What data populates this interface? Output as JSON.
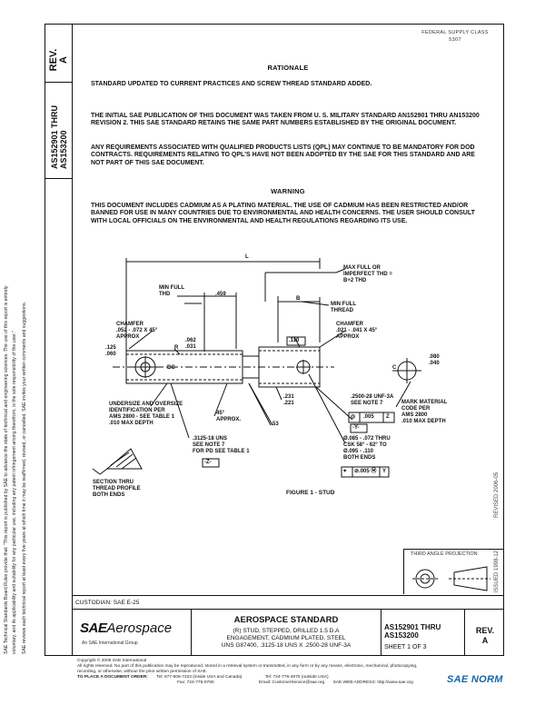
{
  "header": {
    "fed_line1": "FEDERAL SUPPLY CLASS",
    "fed_line2": "5307"
  },
  "strip": {
    "rev_label": "REV.",
    "rev_value": "A",
    "doc_line1": "AS152901 THRU",
    "doc_line2": "AS153200"
  },
  "left_notice": {
    "line1": "SAE Technical Standards Board Rules provide that: \"This report is published by SAE to advance the state of technical and engineering sciences. The use of this report is entirely",
    "line2": "voluntary, and its applicability and suitability for any particular use, including any patent infringement arising therefrom, is the sole responsibility of the user.\"",
    "line3": "SAE reviews each technical report at least every five years at which time it may be reaffirmed, revised, or cancelled. SAE invites your written comments and suggestions."
  },
  "right_margin": {
    "issued": "ISSUED 1998-12",
    "revised": "REVISED 2006-05"
  },
  "rationale": {
    "title": "RATIONALE",
    "text": "STANDARD UPDATED TO CURRENT PRACTICES AND SCREW THREAD STANDARD ADDED."
  },
  "paragraphs": {
    "p1": "THE INITIAL SAE PUBLICATION OF THIS DOCUMENT WAS TAKEN FROM U. S. MILITARY STANDARD AN152901 THRU AN153200 REVISION 2. THIS SAE STANDARD RETAINS THE SAME PART NUMBERS ESTABLISHED BY THE ORIGINAL DOCUMENT.",
    "p2": "ANY REQUIREMENTS ASSOCIATED WITH QUALIFIED PRODUCTS LISTS (QPL) MAY CONTINUE TO BE MANDATORY FOR DOD CONTRACTS. REQUIREMENTS RELATING TO QPL'S HAVE NOT BEEN ADOPTED BY THE SAE FOR THIS STANDARD AND ARE NOT PART OF THIS SAE DOCUMENT."
  },
  "warning": {
    "title": "WARNING",
    "text": "THIS DOCUMENT INCLUDES CADMIUM AS A PLATING MATERIAL. THE USE OF CADMIUM HAS BEEN RESTRICTED AND/OR BANNED FOR USE IN MANY COUNTRIES DUE TO ENVIRONMENTAL AND HEALTH CONCERNS. THE USER SHOULD CONSULT WITH LOCAL OFFICIALS ON THE ENVIRONMENTAL AND HEALTH REGULATIONS REGARDING ITS USE."
  },
  "drawing": {
    "dim_L": "L",
    "max_full_1": "MAX FULL OR",
    "max_full_2": "IMPERFECT THD =",
    "max_full_3": "B+2 THD",
    "min_full_thd_1": "MIN FULL",
    "min_full_thd_2": "THD",
    "dim_459": ".459",
    "dim_B": "B",
    "min_full_thread_1": "MIN FULL",
    "min_full_thread_2": "THREAD",
    "chamfer_l_1": "CHAMFER",
    "chamfer_l_2": ".052 - .072 X 45°",
    "chamfer_l_3": "APPROX",
    "chamfer_r_1": "CHAMFER",
    "chamfer_r_2": ".021 - .041 X 45°",
    "chamfer_r_3": "APPROX",
    "dim_110": ".110",
    "dim_R1": ".062",
    "dim_R2": ".031",
    "dim_R": "R",
    "dim_BC": "BC",
    "dim_125": ".125",
    "dim_060": ".060",
    "dim_C": "C",
    "dim_080": ".080",
    "dim_040": ".040",
    "dim_231": ".231",
    "dim_221": ".221",
    "undersize_1": "UNDERSIZE AND OVERSIZE",
    "undersize_2": "IDENTIFICATION PER",
    "undersize_3": "AMS 2800 - SEE TABLE 1",
    "undersize_4": ".010 MAX DEPTH",
    "deg45_1": "45°",
    "deg45_2": "APPROX.",
    "dim_53": "53",
    "thread_a_1": ".2500-28 UNF-3A",
    "thread_a_2": "SEE NOTE 7",
    "fcf_1a": "◎",
    "fcf_1b": ".005",
    "fcf_1c": "Z",
    "datum_y": "-Y-",
    "mark_1": "MARK MATERIAL",
    "mark_2": "CODE PER",
    "mark_3": "AMS 2800",
    "mark_4": ".010 MAX DEPTH",
    "thread_b_1": ".3125-18 UNS",
    "thread_b_2": "SEE NOTE 7",
    "thread_b_3": "FOR PD SEE TABLE 1",
    "datum_z": "-Z-",
    "hole_1": "Ø.085 - .072 THRU",
    "hole_2": "CSK 58° - 62° TO",
    "hole_3": "Ø.095 - .110",
    "hole_4": "BOTH ENDS",
    "fcf_2a": "⌖",
    "fcf_2b": "⊘.005 Ⓜ",
    "fcf_2c": "Y",
    "section_1": "SECTION THRU",
    "section_2": "THREAD PROFILE",
    "section_3": "BOTH ENDS",
    "figure": "FIGURE 1 - STUD"
  },
  "third_angle": "THIRD ANGLE PROJECTION",
  "title_block": {
    "custodian": "CUSTODIAN: SAE E-25",
    "logo_sae": "SAE",
    "logo_aero": "Aerospace",
    "logo_sub": "An SAE International Group",
    "std_title": "AEROSPACE STANDARD",
    "desc_1": "(R) STUD, STEPPED, DRILLED 1.5 D.A",
    "desc_2": "ENGAGEMENT, CADMIUM PLATED, STEEL",
    "desc_3": "UNS G87400, .3125-18 UNS X .2500-28 UNF-3A",
    "doc_1": "AS152901 THRU",
    "doc_2": "AS153200",
    "sheet": "SHEET 1 OF 3",
    "rev_label": "REV.",
    "rev_value": "A"
  },
  "footer": {
    "copyright": "Copyright © 2006 SAE International",
    "rights": "All rights reserved. No part of this publication may be reproduced, stored in a retrieval system or transmitted, in any form or by any means, electronic, mechanical, photocopying,",
    "rights2": "recording, or otherwise, without the prior written permission of SAE.",
    "order_label": "TO PLACE A DOCUMENT ORDER:",
    "tel1": "Tel: 877-606-7323 (inside USA and Canada)",
    "tel2": "Tel: 724-776-4970 (outside USA)",
    "fax": "Fax: 724-776-0790",
    "email": "Email: CustomerService@sae.org",
    "web": "SAE WEB ADDRESS: http://www.sae.org"
  },
  "watermark": "SAE NORM"
}
